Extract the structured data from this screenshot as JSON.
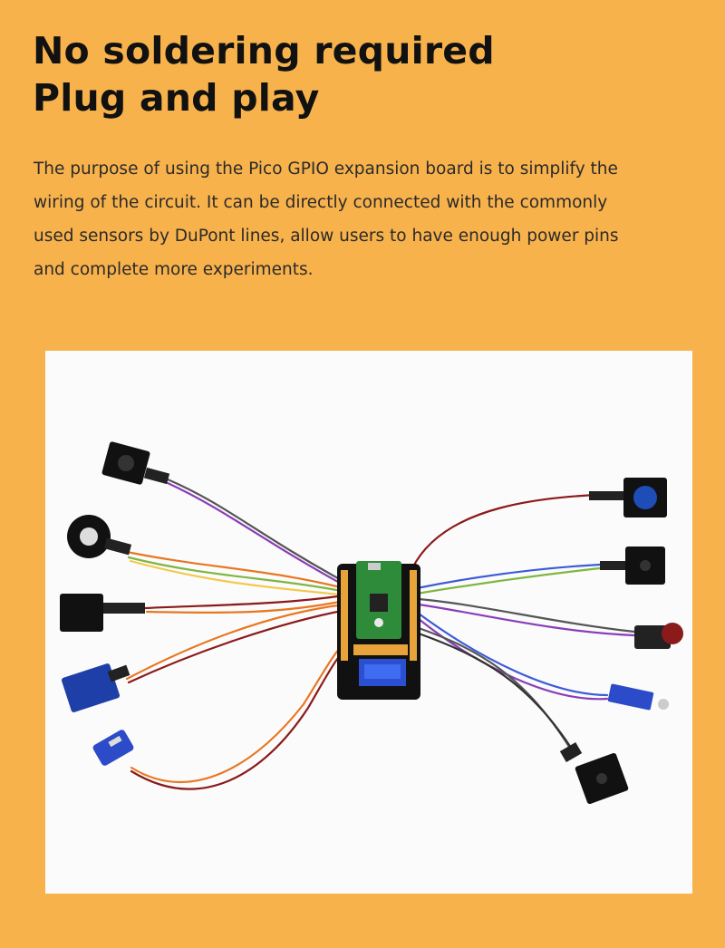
{
  "heading": {
    "line1": "No soldering required",
    "line2": "Plug and play"
  },
  "description": {
    "lines": [
      "The purpose of using the Pico GPIO expansion board is to simplify the",
      "wiring of the circuit. It can be directly connected with the commonly",
      "used sensors by DuPont lines, allow users to have enough power pins",
      "and complete more experiments."
    ]
  },
  "photo": {
    "subject": "Pico GPIO expansion board connected to sensor modules with DuPont wires",
    "background": "#FBFBFB",
    "board_color": "#111111",
    "pico_color": "#2E8B3A",
    "wire_colors": [
      "#8B1A1A",
      "#E87722",
      "#3C5BD6",
      "#7FB642",
      "#8A3DB8",
      "#555555",
      "#F2C94C"
    ]
  },
  "colors": {
    "page_background": "#F8B24C",
    "title_text": "#111111",
    "body_text": "#2A2A2A"
  }
}
